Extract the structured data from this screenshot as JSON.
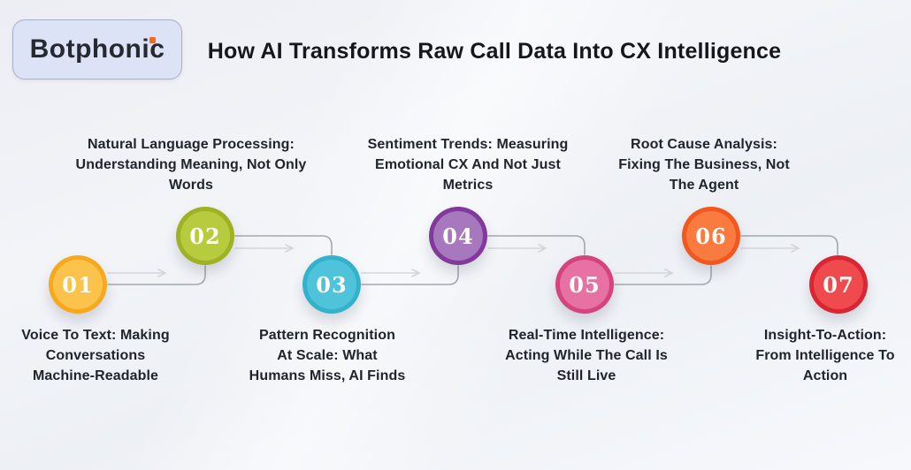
{
  "logo": {
    "text": "Botphonic",
    "accent_color": "#F4681F"
  },
  "header": {
    "title": "How AI Transforms Raw Call Data Into CX Intelligence"
  },
  "steps": [
    {
      "number": "01",
      "label": "Voice To Text: Making\nConversations\nMachine-Readable",
      "label_position": "below",
      "colors": {
        "outer": "#F6A91F",
        "inner": "#FCC34C"
      }
    },
    {
      "number": "02",
      "label": "Natural Language Processing:\nUnderstanding Meaning, Not Only\nWords",
      "label_position": "above",
      "colors": {
        "outer": "#9FB224",
        "inner": "#B7CB3E"
      }
    },
    {
      "number": "03",
      "label": "Pattern Recognition\nAt Scale: What\nHumans Miss, AI Finds",
      "label_position": "below",
      "colors": {
        "outer": "#35B2CB",
        "inner": "#4EC3DA"
      }
    },
    {
      "number": "04",
      "label": "Sentiment Trends: Measuring\nEmotional CX And Not Just\nMetrics",
      "label_position": "above",
      "colors": {
        "outer": "#82399C",
        "inner": "#A878BE"
      }
    },
    {
      "number": "05",
      "label": "Real-Time Intelligence:\nActing While The Call Is\nStill Live",
      "label_position": "below",
      "colors": {
        "outer": "#D6447F",
        "inner": "#E671A2"
      }
    },
    {
      "number": "06",
      "label": "Root Cause Analysis:\nFixing The Business, Not\nThe Agent",
      "label_position": "above",
      "colors": {
        "outer": "#F2571F",
        "inner": "#F97B40"
      }
    },
    {
      "number": "07",
      "label": "Insight-To-Action:\nFrom Intelligence To\nAction",
      "label_position": "below",
      "colors": {
        "outer": "#D92632",
        "inner": "#EF4A4E"
      }
    }
  ],
  "connector_colors": {
    "line": "#A4A8AF",
    "arrow": "#D3D5DA"
  }
}
